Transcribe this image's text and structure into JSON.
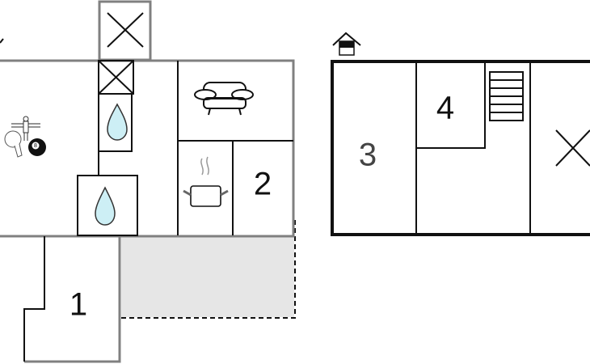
{
  "plan": {
    "rooms": [
      {
        "label": "1"
      },
      {
        "label": "2"
      },
      {
        "label": "3"
      },
      {
        "label": "4"
      }
    ],
    "icons": [
      "games-icon",
      "sofa-icon",
      "cooking-pot-icon",
      "water-drop-icon",
      "stairs-icon",
      "house-icon",
      "cross-icon"
    ],
    "colors": {
      "wall_gray": "#808080",
      "terrace": "#e6e6e6",
      "water": "#cdeff5"
    }
  }
}
